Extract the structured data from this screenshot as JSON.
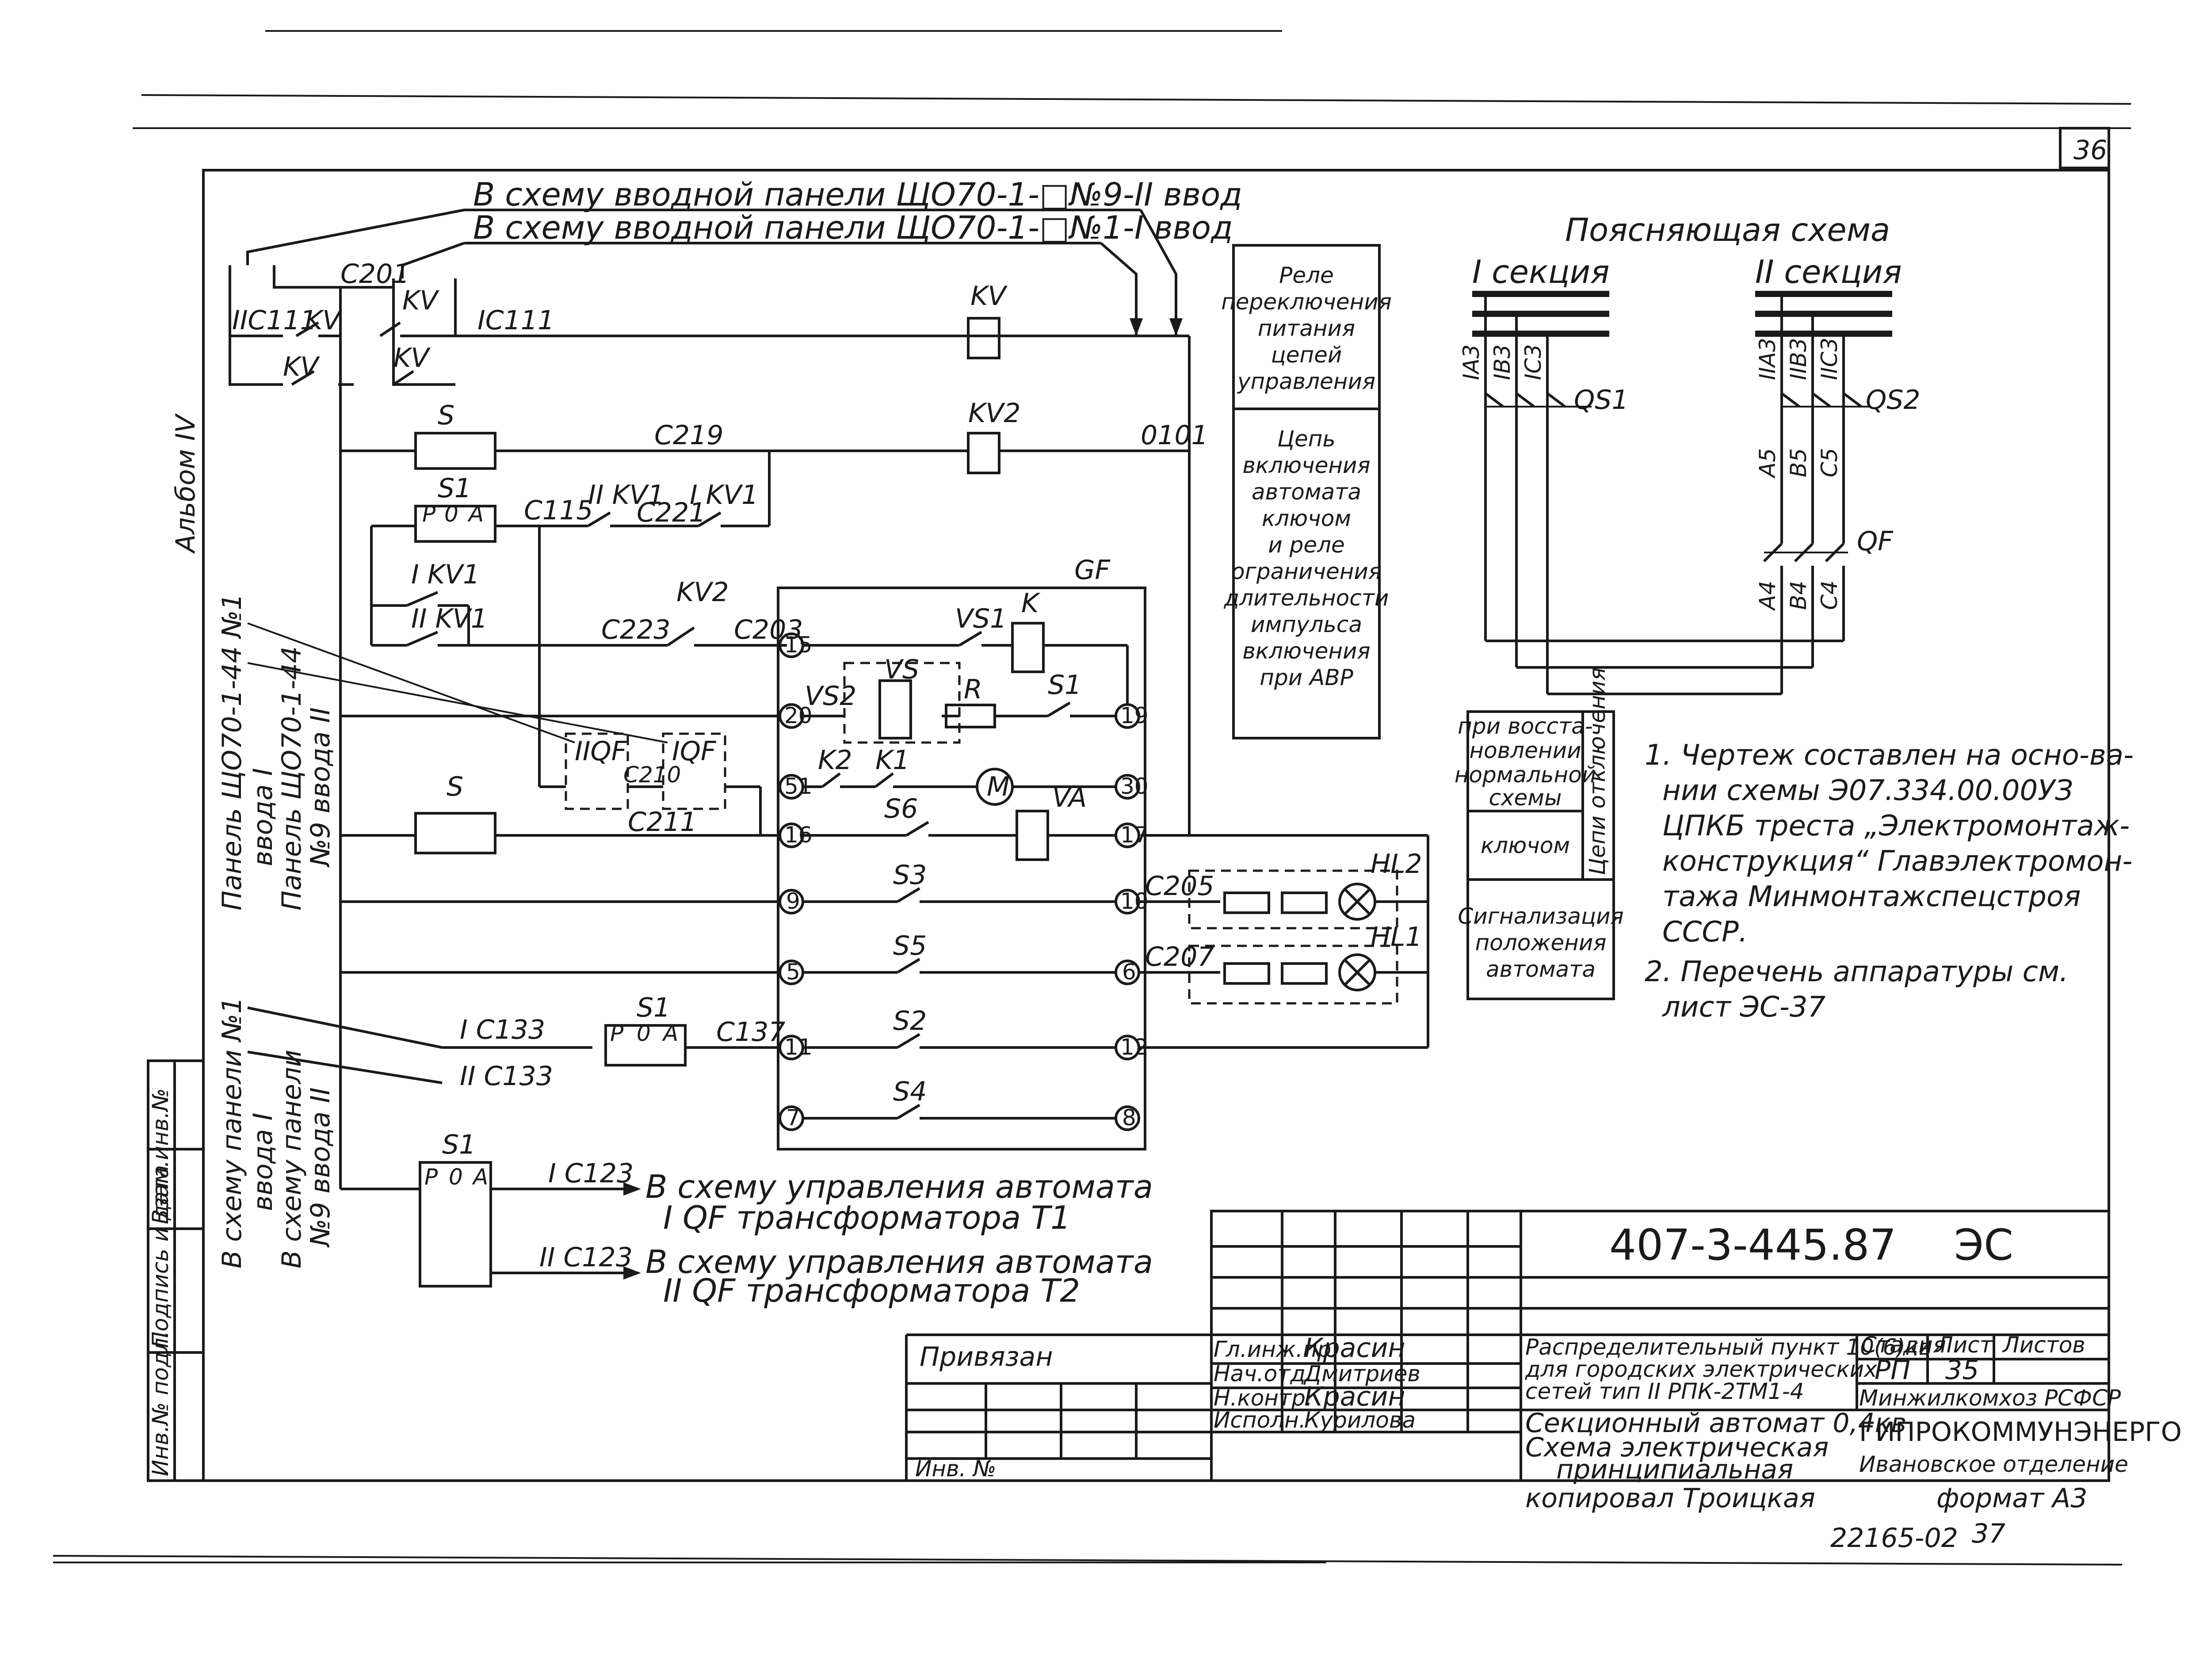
{
  "sheet_number": "36",
  "doc_code": "407-3-445.87",
  "doc_mark": "ЭС",
  "feed_labels": {
    "line2": "В схему вводной панели ЩО70-1-□№9-II ввод",
    "line1": "В схему вводной панели ЩО70-1-□№1-I ввод"
  },
  "wire_labels": {
    "c201": "С201",
    "c219": "С219",
    "c115": "С115",
    "c221": "С221",
    "c223": "С223",
    "c203": "С203",
    "c211": "С211",
    "c210": "С210",
    "c205": "С205",
    "c207": "С207",
    "c137": "С137",
    "ic111": "IС111",
    "iic111": "IIС111",
    "w0101": "0101",
    "ic133": "I С133",
    "iic133": "II С133",
    "ic123": "I С123",
    "iic123": "II С123"
  },
  "devices": {
    "kv": "KV",
    "kv2": "KV2",
    "s": "S",
    "s1": "S1",
    "ikv1": "I KV1",
    "iikv1": "II KV1",
    "gf": "GF",
    "k": "K",
    "vs1": "VS1",
    "vs2": "VS2",
    "vs": "VS",
    "r": "R",
    "m": "M",
    "va": "VA",
    "k1": "K1",
    "k2": "K2",
    "s2": "S2",
    "s3": "S3",
    "s4": "S4",
    "s5": "S5",
    "s6": "S6",
    "iqf": "IQF",
    "iiqf": "IIQF",
    "hl1": "HL1",
    "hl2": "HL2"
  },
  "gf_terminals": {
    "t15": "15",
    "t20": "20",
    "t51": "51",
    "t16": "16",
    "t9": "9",
    "t5": "5",
    "t11": "11",
    "t7": "7",
    "t19": "19",
    "t30": "30",
    "t17": "17",
    "t10": "10",
    "t6": "6",
    "t12": "12",
    "t8": "8"
  },
  "switch_contact_labels": {
    "p": "Р",
    "zero": "0",
    "a": "А"
  },
  "side_panel_labels": {
    "panel_top_1": "Панель ЩО70-1-44 №1",
    "panel_top_2": "ввода I",
    "panel_top_3": "Панель ЩО70-1-44",
    "panel_top_4": "№9 ввода II",
    "panel_bot_1": "В схему панели №1",
    "panel_bot_2": "ввода I",
    "panel_bot_3": "В схему панели",
    "panel_bot_4": "№9 ввода II"
  },
  "legend_boxes": {
    "relay": [
      "Реле",
      "переключения",
      "питания",
      "цепей",
      "управления"
    ],
    "circuit": [
      "Цепь",
      "включения",
      "автомата",
      "ключом",
      "и реле",
      "ограничения",
      "длительности",
      "импульса",
      "включения",
      "при АВР"
    ],
    "restore": [
      "при восста-",
      "новлении",
      "нормальной",
      "схемы"
    ],
    "key": "ключом",
    "off_circuits": "Цепи отключения",
    "signal": [
      "Сигнализация",
      "положения",
      "автомата"
    ]
  },
  "explanatory": {
    "title": "Поясняющая схема",
    "section1": "I секция",
    "section2": "II секция",
    "qs1": "QS1",
    "qs2": "QS2",
    "qf": "QF",
    "phases_top1": [
      "IА3",
      "IВ3",
      "IС3"
    ],
    "phases_top2": [
      "IIА3",
      "IIВ3",
      "IIС3"
    ],
    "phases_mid": [
      "А5",
      "В5",
      "С5"
    ],
    "phases_bot": [
      "А4",
      "В4",
      "С4"
    ]
  },
  "notes": [
    "1. Чертеж составлен на осно-ва-",
    "нии схемы Э07.334.00.00УЗ",
    "ЦПКБ треста „Электромонтаж-",
    "конструкция“ Главэлектромон-",
    "тажа Минмонтажспецстроя",
    "СССР.",
    "2. Перечень аппаратуры см.",
    "лист ЭС-37"
  ],
  "destinations": {
    "d1a": "В схему управления автомата",
    "d1b": "I QF трансформатора Т1",
    "d2a": "В схему управления автомата",
    "d2b": "II QF трансформатора Т2"
  },
  "title_block": {
    "privyazan": "Привязан",
    "inv_no": "Инв. №",
    "roles": [
      "Гл.инж.пр.",
      "Нач.отд.",
      "Н.контр.",
      "Исполн."
    ],
    "names": [
      "Красин",
      "Дмитриев",
      "Красин",
      "Курилова"
    ],
    "title_lines": [
      "Распределительный пункт 10(6)кв",
      "для городских электрических",
      "сетей тип II РПК-2ТМ1-4"
    ],
    "subtitle_lines": [
      "Секционный автомат 0,4кв",
      "Схема электрическая",
      "принципиальная"
    ],
    "stage_header": "Стадия",
    "sheet_header": "Лист",
    "sheets_header": "Листов",
    "stage": "РП",
    "sheet": "35",
    "org1": "Минжилкомхоз РСФСР",
    "org2": "ГИПРОКОММУНЭНЕРГО",
    "org3": "Ивановское отделение",
    "copied": "копировал Троицкая",
    "format": "формат А3",
    "bottom_code": "22165-02",
    "bottom_page": "37"
  },
  "left_margin": {
    "album": "Альбом IV",
    "stamp_labels": [
      "Инв.№ подл.",
      "Подпись и дата",
      "Взам.инв.№"
    ]
  }
}
